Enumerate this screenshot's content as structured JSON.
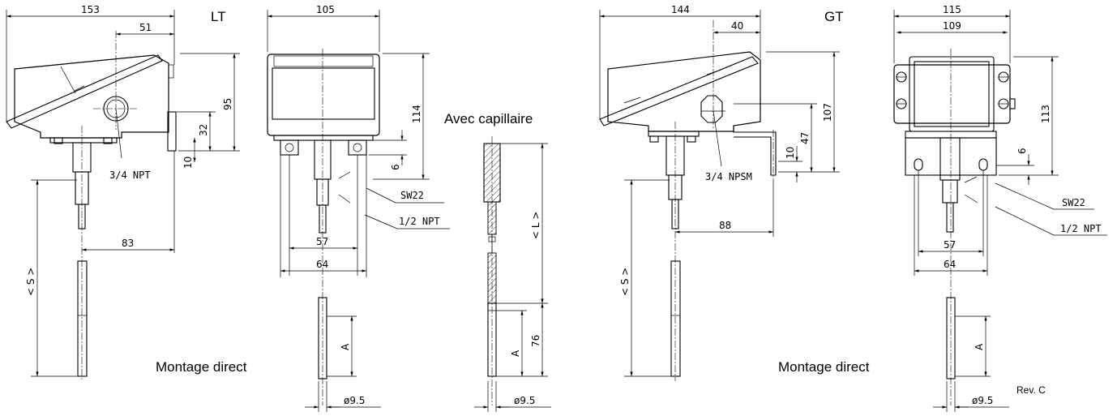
{
  "labels": {
    "lt_title": "LT",
    "gt_title": "GT",
    "capillary_title": "Avec capillaire",
    "direct_mount_left": "Montage direct",
    "direct_mount_right": "Montage direct",
    "revision": "Rev. C"
  },
  "lt_side": {
    "width": "153",
    "offset": "51",
    "height": "95",
    "height_32": "32",
    "height_10": "10",
    "depth": "83",
    "thread": "3/4 NPT",
    "stem_length": "< S >"
  },
  "lt_front": {
    "width": "105",
    "height": "114",
    "height_6": "6",
    "w57": "57",
    "w64": "64",
    "wrench": "SW22",
    "thread": "1/2 NPT",
    "sensor_a": "A",
    "diameter": "ø9.5"
  },
  "capillary": {
    "length": "< L >",
    "sensor_a": "A",
    "sensor_76": "76",
    "diameter": "ø9.5"
  },
  "gt_side": {
    "width": "144",
    "offset": "40",
    "height": "107",
    "height_47": "47",
    "height_10": "10",
    "depth": "88",
    "thread": "3/4 NPSM",
    "stem_length": "< S >"
  },
  "gt_front": {
    "width_outer": "115",
    "width_inner": "109",
    "height": "113",
    "height_6": "6",
    "w57": "57",
    "w64": "64",
    "wrench": "SW22",
    "thread": "1/2 NPT",
    "sensor_a": "A",
    "diameter": "ø9.5"
  }
}
